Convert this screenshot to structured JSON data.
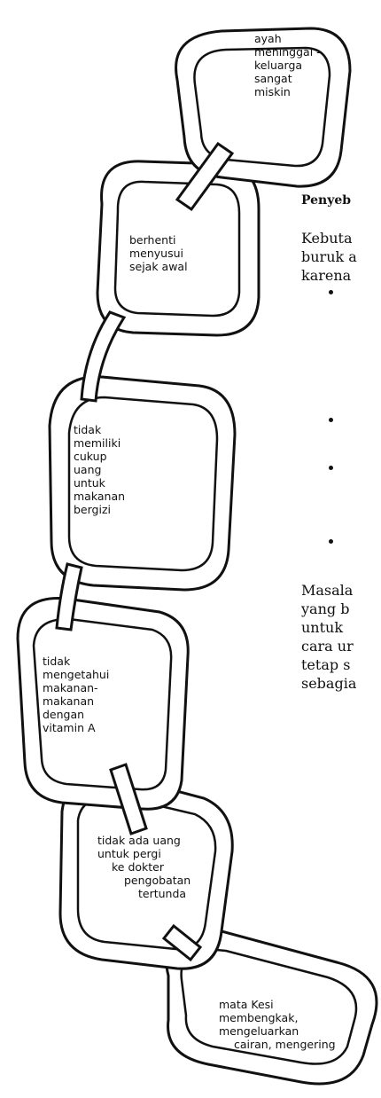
{
  "links": [
    {
      "lines": [
        "ayah",
        "meninggal -",
        "keluarga",
        "sangat",
        "miskin"
      ]
    },
    {
      "lines": [
        "berhenti",
        "menyusui",
        "sejak awal"
      ]
    },
    {
      "lines": [
        "tidak",
        "memiliki",
        "cukup",
        "uang",
        "untuk",
        "makanan",
        "bergizi"
      ]
    },
    {
      "lines": [
        "tidak",
        "mengetahui",
        "makanan-",
        "makanan",
        "dengan",
        "vitamin A"
      ]
    },
    {
      "lines": [
        "tidak ada uang",
        "untuk pergi",
        "ke dokter",
        "pengobatan",
        "tertunda"
      ]
    },
    {
      "lines": [
        "mata Kesi",
        "membengkak,",
        "mengeluarkan",
        "cairan, mengering"
      ]
    }
  ],
  "side_text": {
    "heading": "Penyeb",
    "para1": [
      "Kebuta",
      "buruk a",
      "karena"
    ],
    "para2": [
      "Masala",
      "yang b",
      "untuk",
      "cara ur",
      "tetap s",
      "sebagia"
    ]
  }
}
